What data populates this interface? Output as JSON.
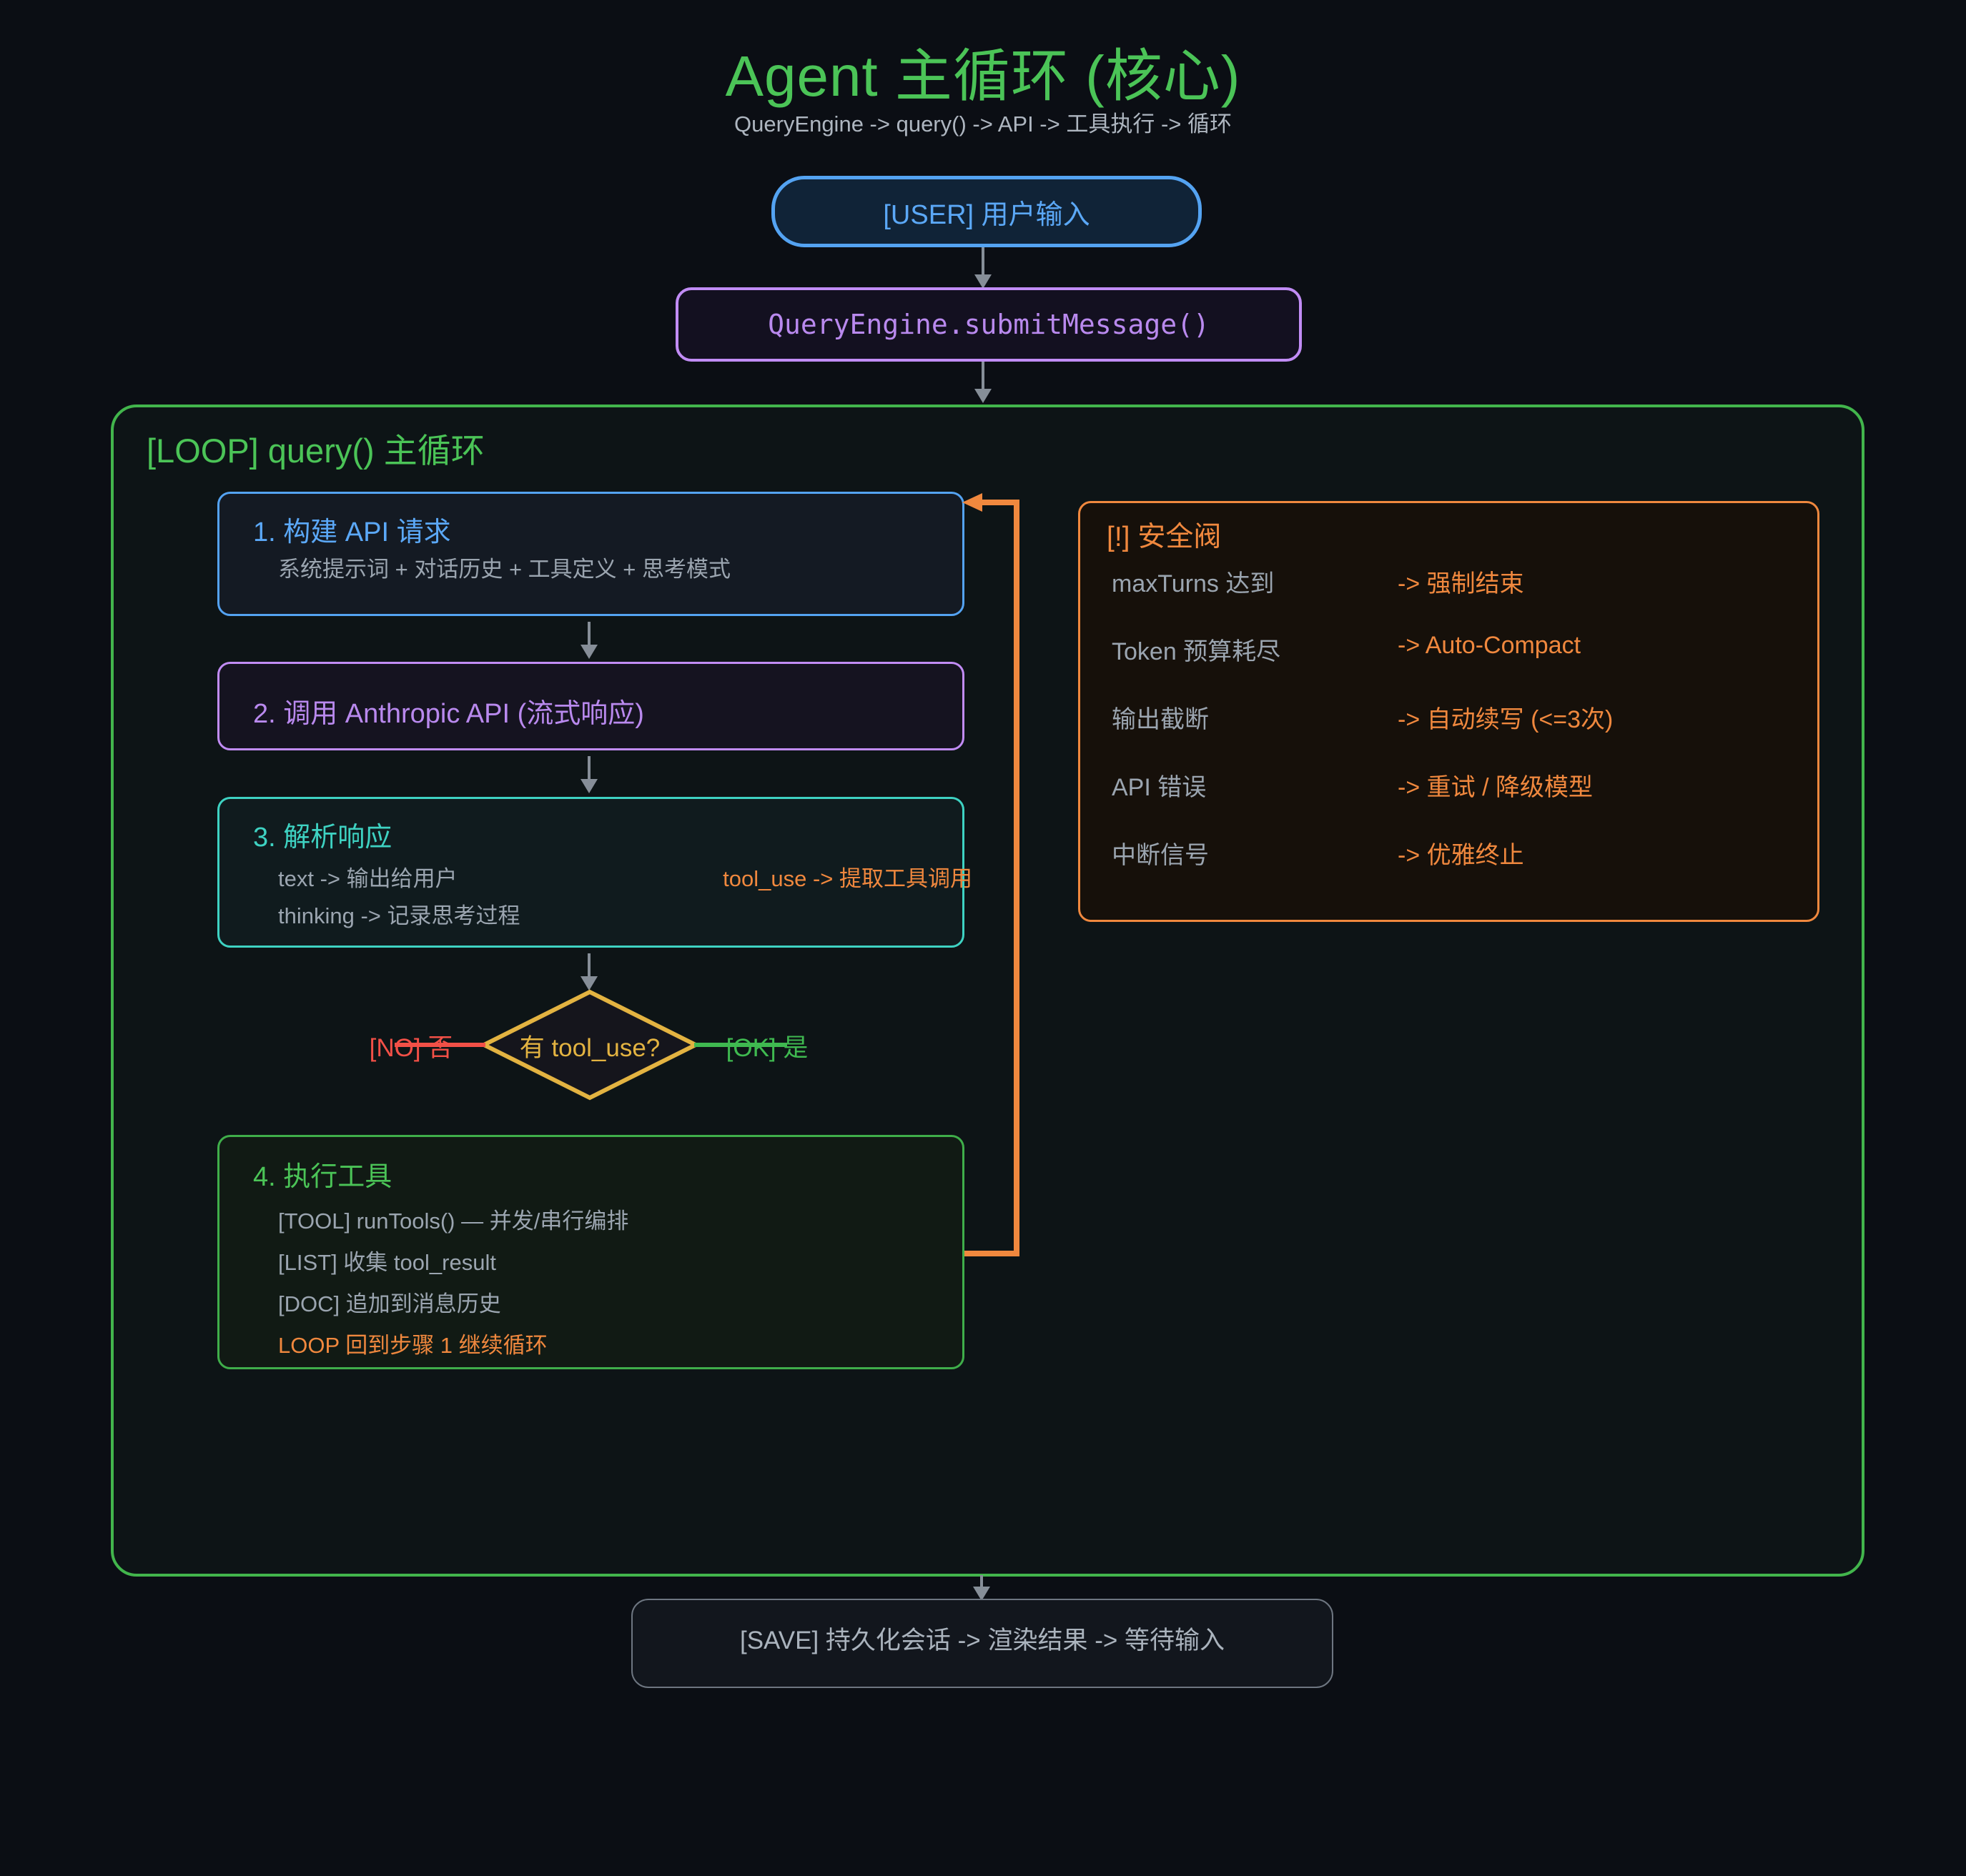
{
  "page": {
    "title": "Agent 主循环 (核心)",
    "subtitle": "QueryEngine -> query() -> API -> 工具执行 -> 循环"
  },
  "nodes": {
    "user": {
      "label": "[USER] 用户输入"
    },
    "submit": {
      "label": "QueryEngine.submitMessage()"
    },
    "save": {
      "label": "[SAVE] 持久化会话 -> 渲染结果 -> 等待输入"
    }
  },
  "loop": {
    "title": "[LOOP] query() 主循环",
    "step1": {
      "title": "1. 构建 API 请求",
      "desc": "系统提示词 + 对话历史 + 工具定义 + 思考模式"
    },
    "step2": {
      "title": "2. 调用 Anthropic API (流式响应)"
    },
    "step3": {
      "title": "3. 解析响应",
      "line_text": "text -> 输出给用户",
      "line_tool": "tool_use -> 提取工具调用",
      "line_thinking": "thinking -> 记录思考过程"
    },
    "decision": {
      "question": "有 tool_use?",
      "no_label": "[NO] 否",
      "yes_label": "[OK] 是"
    },
    "step4": {
      "title": "4. 执行工具",
      "lines": [
        "[TOOL] runTools() — 并发/串行编排",
        "[LIST] 收集 tool_result",
        "[DOC] 追加到消息历史"
      ],
      "loop_line": "LOOP 回到步骤 1 继续循环"
    }
  },
  "safety": {
    "title": "[!] 安全阀",
    "rows": [
      {
        "condition": "maxTurns 达到",
        "action": "-> 强制结束"
      },
      {
        "condition": "Token 预算耗尽",
        "action": "-> Auto-Compact"
      },
      {
        "condition": "输出截断",
        "action": "-> 自动续写 (<=3次)"
      },
      {
        "condition": "API 错误",
        "action": "-> 重试 / 降级模型"
      },
      {
        "condition": "中断信号",
        "action": "-> 优雅终止"
      }
    ]
  },
  "colors": {
    "background": "#0b0e14",
    "green": "#4bc457",
    "blue": "#54a3f2",
    "purple": "#c18cf5",
    "teal": "#3ed2c2",
    "gold": "#e3b341",
    "orange": "#f0883e",
    "red": "#f25047",
    "gray_text": "#9ba5b0"
  }
}
